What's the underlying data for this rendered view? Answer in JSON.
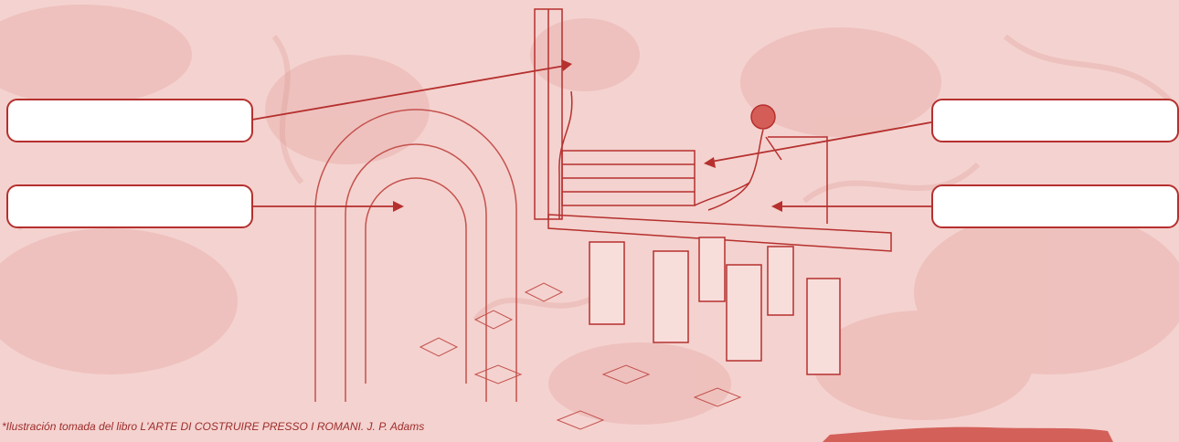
{
  "caption": "*Ilustración tomada del libro L'ARTE DI COSTRUIRE PRESSO I ROMANI. J. P. Adams",
  "colors": {
    "background": "#f4d2cf",
    "line": "#b5302e",
    "box_fill": "#ffffff",
    "caption": "#9c2d2b"
  },
  "labels": [
    {
      "id": "left-top",
      "value": ""
    },
    {
      "id": "left-bottom",
      "value": ""
    },
    {
      "id": "right-top",
      "value": ""
    },
    {
      "id": "right-bottom",
      "value": ""
    }
  ],
  "illustration": {
    "subject": "hypocaust",
    "icons": [
      "bather-figure-icon",
      "arch-icon",
      "pilae-pillar-icon",
      "tubuli-wall-icon"
    ]
  }
}
